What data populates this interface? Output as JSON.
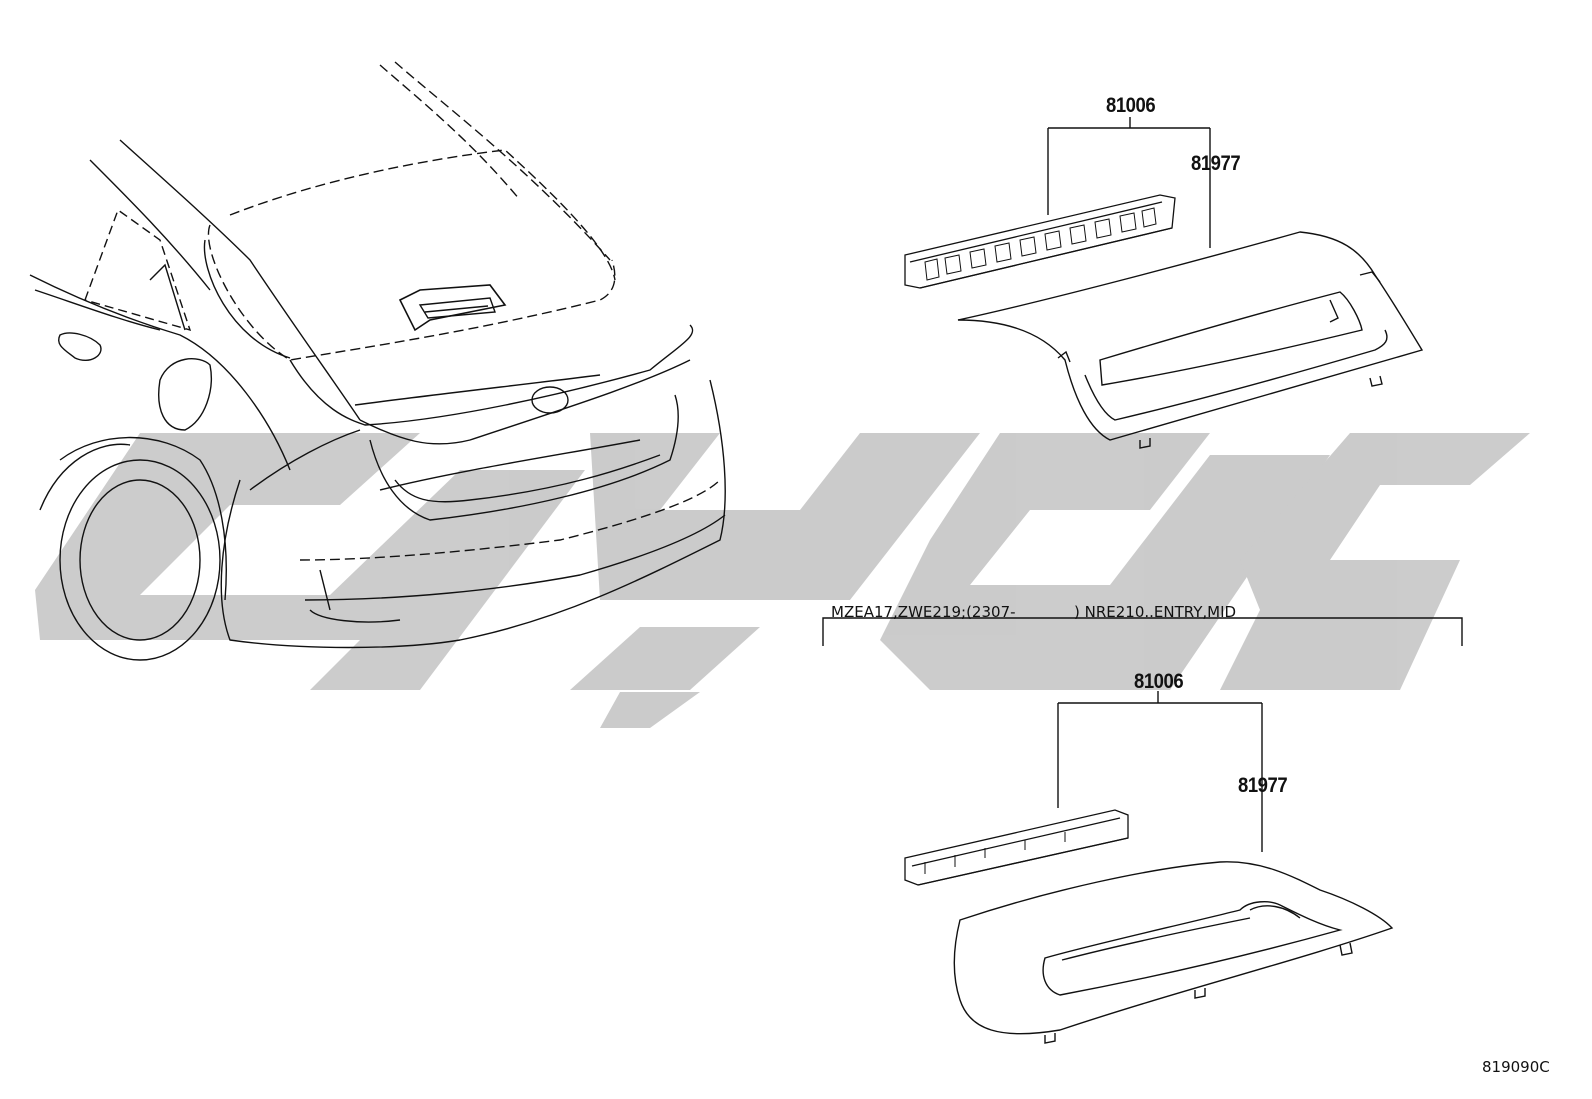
{
  "diagram": {
    "upper_group": {
      "part_top": "81006",
      "part_side": "81977"
    },
    "condition": {
      "left": "MZEA17,ZWE219;(2307-",
      "right": ") NRE210..ENTRY,MID"
    },
    "lower_group": {
      "part_top": "81006",
      "part_side": "81977"
    },
    "illustration_code": "819090C"
  },
  "colors": {
    "line": "#111111",
    "watermark": "#c9c9c9"
  },
  "icons": {
    "car": "car-rear-outline-icon",
    "lamp_upper": "stop-lamp-assembly-icon",
    "cover_upper": "stop-lamp-cover-icon",
    "lamp_lower": "stop-lamp-assembly-icon",
    "cover_lower": "stop-lamp-cover-icon",
    "watermark": "brand-watermark-icon"
  }
}
